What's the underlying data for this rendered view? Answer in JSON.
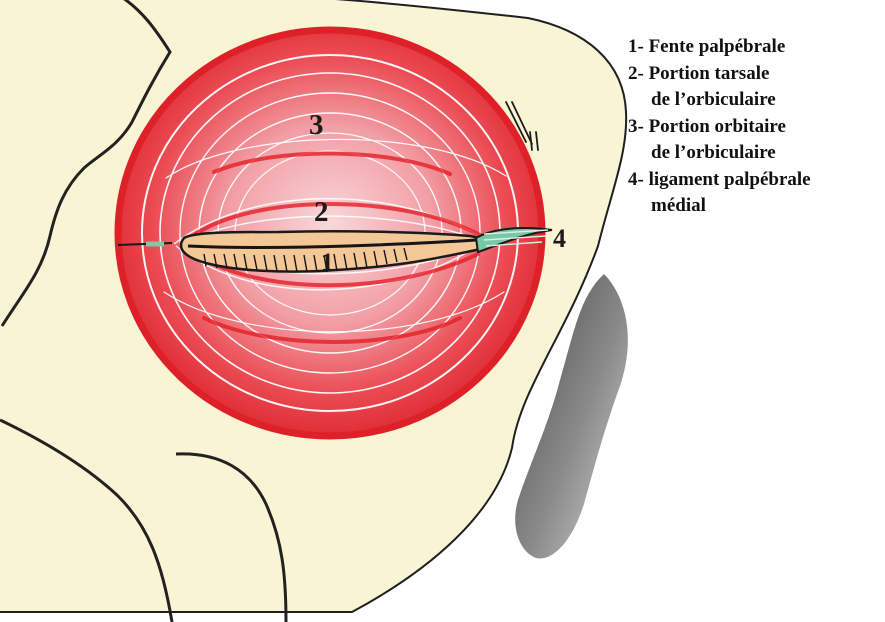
{
  "diagram": {
    "numbers": {
      "one": "1",
      "two": "2",
      "three": "3",
      "four": "4"
    },
    "colors": {
      "skin": "#f8f4d4",
      "muscle_red": "#e31c24",
      "muscle_light": "#f6b9bd",
      "tarsal_plate": "#f3c796",
      "ligament_green": "#78c8a6",
      "outline": "#2a2a2a",
      "shadow": "#6a6a6a"
    }
  },
  "legend": {
    "items": [
      {
        "line1": "1- Fente palpébrale",
        "line2": ""
      },
      {
        "line1": "2- Portion tarsale",
        "line2": "de l’orbiculaire"
      },
      {
        "line1": "3- Portion orbitaire",
        "line2": "de l’orbiculaire"
      },
      {
        "line1": "4- ligament palpébrale",
        "line2": "médial"
      }
    ]
  }
}
